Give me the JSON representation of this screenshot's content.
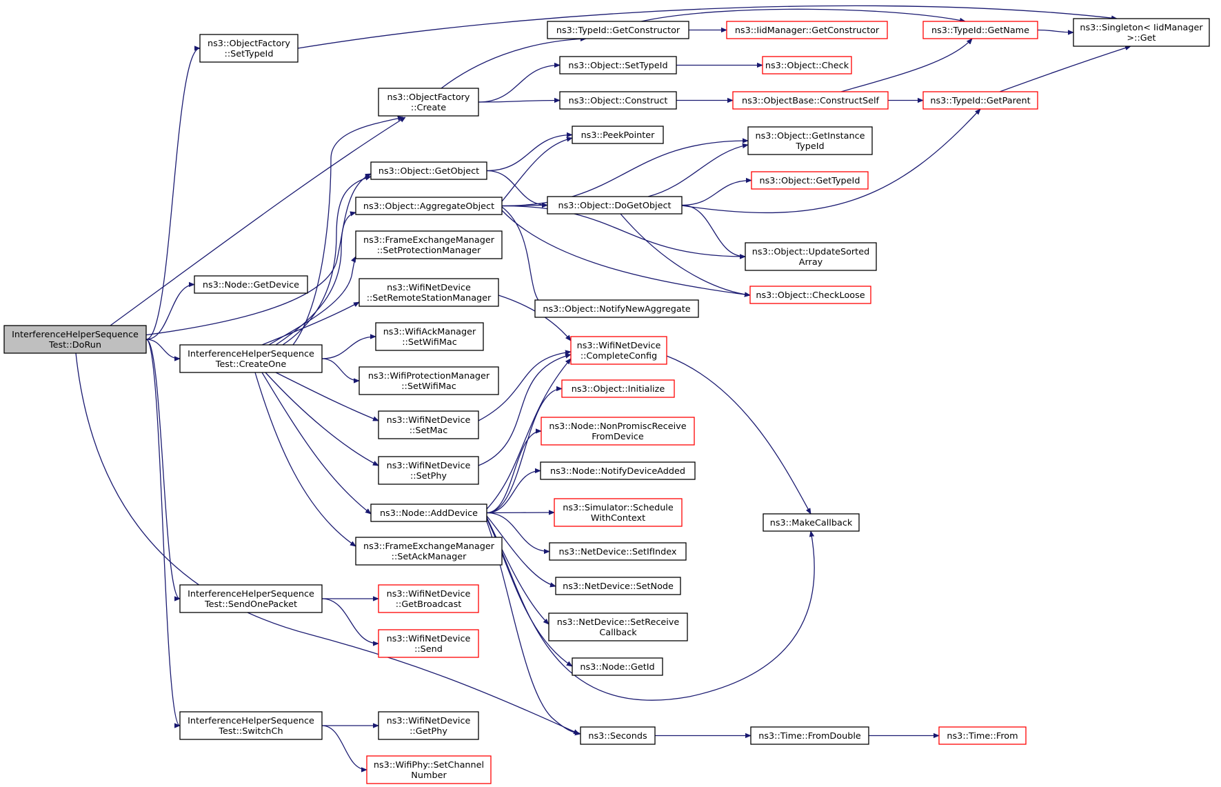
{
  "colors": {
    "edge": "#191970",
    "root_fill": "#bfbfbf",
    "node_fill": "#ffffff",
    "border_normal": "#000000",
    "border_truncated": "#ff0000"
  },
  "nodes": [
    {
      "id": "dorun",
      "lines": [
        "InterferenceHelperSequence",
        "Test::DoRun"
      ],
      "style": "root"
    },
    {
      "id": "of_settypeid",
      "lines": [
        "ns3::ObjectFactory",
        "::SetTypeId"
      ],
      "style": "normal"
    },
    {
      "id": "node_getdevice",
      "lines": [
        "ns3::Node::GetDevice"
      ],
      "style": "normal"
    },
    {
      "id": "createone",
      "lines": [
        "InterferenceHelperSequence",
        "Test::CreateOne"
      ],
      "style": "normal"
    },
    {
      "id": "sendonepacket",
      "lines": [
        "InterferenceHelperSequence",
        "Test::SendOnePacket"
      ],
      "style": "normal"
    },
    {
      "id": "switchch",
      "lines": [
        "InterferenceHelperSequence",
        "Test::SwitchCh"
      ],
      "style": "normal"
    },
    {
      "id": "of_create",
      "lines": [
        "ns3::ObjectFactory",
        "::Create"
      ],
      "style": "normal"
    },
    {
      "id": "obj_getobject",
      "lines": [
        "ns3::Object::GetObject"
      ],
      "style": "normal"
    },
    {
      "id": "obj_aggregate",
      "lines": [
        "ns3::Object::AggregateObject"
      ],
      "style": "normal"
    },
    {
      "id": "fem_setprot",
      "lines": [
        "ns3::FrameExchangeManager",
        "::SetProtectionManager"
      ],
      "style": "normal"
    },
    {
      "id": "wnd_setrsm",
      "lines": [
        "ns3::WifiNetDevice",
        "::SetRemoteStationManager"
      ],
      "style": "normal"
    },
    {
      "id": "wam_setwifimac",
      "lines": [
        "ns3::WifiAckManager",
        "::SetWifiMac"
      ],
      "style": "normal"
    },
    {
      "id": "wpm_setwifimac",
      "lines": [
        "ns3::WifiProtectionManager",
        "::SetWifiMac"
      ],
      "style": "normal"
    },
    {
      "id": "wnd_setmac",
      "lines": [
        "ns3::WifiNetDevice",
        "::SetMac"
      ],
      "style": "normal"
    },
    {
      "id": "wnd_setphy",
      "lines": [
        "ns3::WifiNetDevice",
        "::SetPhy"
      ],
      "style": "normal"
    },
    {
      "id": "node_adddevice",
      "lines": [
        "ns3::Node::AddDevice"
      ],
      "style": "normal"
    },
    {
      "id": "fem_setack",
      "lines": [
        "ns3::FrameExchangeManager",
        "::SetAckManager"
      ],
      "style": "normal"
    },
    {
      "id": "wnd_getbroadcast",
      "lines": [
        "ns3::WifiNetDevice",
        "::GetBroadcast"
      ],
      "style": "truncated"
    },
    {
      "id": "wnd_send",
      "lines": [
        "ns3::WifiNetDevice",
        "::Send"
      ],
      "style": "truncated"
    },
    {
      "id": "wnd_getphy",
      "lines": [
        "ns3::WifiNetDevice",
        "::GetPhy"
      ],
      "style": "normal"
    },
    {
      "id": "wphy_setch",
      "lines": [
        "ns3::WifiPhy::SetChannel",
        "Number"
      ],
      "style": "truncated"
    },
    {
      "id": "typeid_getctor",
      "lines": [
        "ns3::TypeId::GetConstructor"
      ],
      "style": "normal"
    },
    {
      "id": "obj_settypeid",
      "lines": [
        "ns3::Object::SetTypeId"
      ],
      "style": "normal"
    },
    {
      "id": "obj_construct",
      "lines": [
        "ns3::Object::Construct"
      ],
      "style": "normal"
    },
    {
      "id": "peekpointer",
      "lines": [
        "ns3::PeekPointer"
      ],
      "style": "normal"
    },
    {
      "id": "obj_dogetobject",
      "lines": [
        "ns3::Object::DoGetObject"
      ],
      "style": "normal"
    },
    {
      "id": "obj_notifynewagg",
      "lines": [
        "ns3::Object::NotifyNewAggregate"
      ],
      "style": "normal"
    },
    {
      "id": "wnd_completeconfig",
      "lines": [
        "ns3::WifiNetDevice",
        "::CompleteConfig"
      ],
      "style": "truncated"
    },
    {
      "id": "obj_initialize",
      "lines": [
        "ns3::Object::Initialize"
      ],
      "style": "truncated"
    },
    {
      "id": "node_nonpromisc",
      "lines": [
        "ns3::Node::NonPromiscReceive",
        "FromDevice"
      ],
      "style": "truncated"
    },
    {
      "id": "node_notifydevadded",
      "lines": [
        "ns3::Node::NotifyDeviceAdded"
      ],
      "style": "normal"
    },
    {
      "id": "sim_schedulectx",
      "lines": [
        "ns3::Simulator::Schedule",
        "WithContext"
      ],
      "style": "truncated"
    },
    {
      "id": "nd_setifindex",
      "lines": [
        "ns3::NetDevice::SetIfIndex"
      ],
      "style": "normal"
    },
    {
      "id": "nd_setnode",
      "lines": [
        "ns3::NetDevice::SetNode"
      ],
      "style": "normal"
    },
    {
      "id": "nd_setreceivecb",
      "lines": [
        "ns3::NetDevice::SetReceive",
        "Callback"
      ],
      "style": "normal"
    },
    {
      "id": "node_getid",
      "lines": [
        "ns3::Node::GetId"
      ],
      "style": "normal"
    },
    {
      "id": "seconds",
      "lines": [
        "ns3::Seconds"
      ],
      "style": "normal"
    },
    {
      "id": "iidmgr_getctor",
      "lines": [
        "ns3::IidManager::GetConstructor"
      ],
      "style": "truncated"
    },
    {
      "id": "obj_check",
      "lines": [
        "ns3::Object::Check"
      ],
      "style": "truncated"
    },
    {
      "id": "objbase_constructself",
      "lines": [
        "ns3::ObjectBase::ConstructSelf"
      ],
      "style": "truncated"
    },
    {
      "id": "obj_getinstancetypeid",
      "lines": [
        "ns3::Object::GetInstance",
        "TypeId"
      ],
      "style": "normal"
    },
    {
      "id": "obj_gettypeid",
      "lines": [
        "ns3::Object::GetTypeId"
      ],
      "style": "truncated"
    },
    {
      "id": "obj_updatesorted",
      "lines": [
        "ns3::Object::UpdateSorted",
        "Array"
      ],
      "style": "normal"
    },
    {
      "id": "obj_checkloose",
      "lines": [
        "ns3::Object::CheckLoose"
      ],
      "style": "truncated"
    },
    {
      "id": "makecallback",
      "lines": [
        "ns3::MakeCallback"
      ],
      "style": "normal"
    },
    {
      "id": "time_fromdouble",
      "lines": [
        "ns3::Time::FromDouble"
      ],
      "style": "normal"
    },
    {
      "id": "typeid_getname",
      "lines": [
        "ns3::TypeId::GetName"
      ],
      "style": "truncated"
    },
    {
      "id": "typeid_getparent",
      "lines": [
        "ns3::TypeId::GetParent"
      ],
      "style": "truncated"
    },
    {
      "id": "time_from",
      "lines": [
        "ns3::Time::From"
      ],
      "style": "truncated"
    },
    {
      "id": "singleton_get",
      "lines": [
        "ns3::Singleton< IidManager",
        " >::Get"
      ],
      "style": "normal"
    }
  ],
  "edges": [
    [
      "dorun",
      "of_settypeid"
    ],
    [
      "dorun",
      "node_getdevice"
    ],
    [
      "dorun",
      "createone"
    ],
    [
      "dorun",
      "sendonepacket"
    ],
    [
      "dorun",
      "switchch"
    ],
    [
      "dorun",
      "of_create"
    ],
    [
      "dorun",
      "obj_getobject"
    ],
    [
      "dorun",
      "seconds"
    ],
    [
      "of_settypeid",
      "singleton_get"
    ],
    [
      "createone",
      "of_create"
    ],
    [
      "createone",
      "obj_getobject"
    ],
    [
      "createone",
      "obj_aggregate"
    ],
    [
      "createone",
      "fem_setprot"
    ],
    [
      "createone",
      "wnd_setrsm"
    ],
    [
      "createone",
      "wam_setwifimac"
    ],
    [
      "createone",
      "wpm_setwifimac"
    ],
    [
      "createone",
      "wnd_setmac"
    ],
    [
      "createone",
      "wnd_setphy"
    ],
    [
      "createone",
      "node_adddevice"
    ],
    [
      "createone",
      "fem_setack"
    ],
    [
      "sendonepacket",
      "wnd_getbroadcast"
    ],
    [
      "sendonepacket",
      "wnd_send"
    ],
    [
      "switchch",
      "wnd_getphy"
    ],
    [
      "switchch",
      "wphy_setch"
    ],
    [
      "of_create",
      "typeid_getctor"
    ],
    [
      "of_create",
      "obj_settypeid"
    ],
    [
      "of_create",
      "obj_construct"
    ],
    [
      "obj_getobject",
      "peekpointer"
    ],
    [
      "obj_getobject",
      "obj_dogetobject"
    ],
    [
      "obj_aggregate",
      "peekpointer"
    ],
    [
      "obj_aggregate",
      "obj_dogetobject"
    ],
    [
      "obj_aggregate",
      "obj_getinstancetypeid"
    ],
    [
      "obj_aggregate",
      "obj_updatesorted"
    ],
    [
      "obj_aggregate",
      "obj_checkloose"
    ],
    [
      "obj_aggregate",
      "obj_notifynewagg"
    ],
    [
      "wnd_setrsm",
      "wnd_completeconfig"
    ],
    [
      "wnd_setmac",
      "wnd_completeconfig"
    ],
    [
      "wnd_setphy",
      "wnd_completeconfig"
    ],
    [
      "node_adddevice",
      "wnd_completeconfig"
    ],
    [
      "node_adddevice",
      "obj_initialize"
    ],
    [
      "node_adddevice",
      "node_nonpromisc"
    ],
    [
      "node_adddevice",
      "node_notifydevadded"
    ],
    [
      "node_adddevice",
      "sim_schedulectx"
    ],
    [
      "node_adddevice",
      "nd_setifindex"
    ],
    [
      "node_adddevice",
      "nd_setnode"
    ],
    [
      "node_adddevice",
      "nd_setreceivecb"
    ],
    [
      "node_adddevice",
      "node_getid"
    ],
    [
      "node_adddevice",
      "makecallback"
    ],
    [
      "node_adddevice",
      "seconds"
    ],
    [
      "typeid_getctor",
      "iidmgr_getctor"
    ],
    [
      "typeid_getctor",
      "typeid_getname"
    ],
    [
      "obj_settypeid",
      "obj_check"
    ],
    [
      "obj_construct",
      "objbase_constructself"
    ],
    [
      "obj_dogetobject",
      "obj_getinstancetypeid"
    ],
    [
      "obj_dogetobject",
      "obj_gettypeid"
    ],
    [
      "obj_dogetobject",
      "obj_updatesorted"
    ],
    [
      "obj_dogetobject",
      "obj_checkloose"
    ],
    [
      "obj_dogetobject",
      "typeid_getparent"
    ],
    [
      "wnd_completeconfig",
      "makecallback"
    ],
    [
      "objbase_constructself",
      "typeid_getname"
    ],
    [
      "objbase_constructself",
      "typeid_getparent"
    ],
    [
      "typeid_getname",
      "singleton_get"
    ],
    [
      "typeid_getparent",
      "singleton_get"
    ],
    [
      "seconds",
      "time_fromdouble"
    ],
    [
      "time_fromdouble",
      "time_from"
    ]
  ]
}
